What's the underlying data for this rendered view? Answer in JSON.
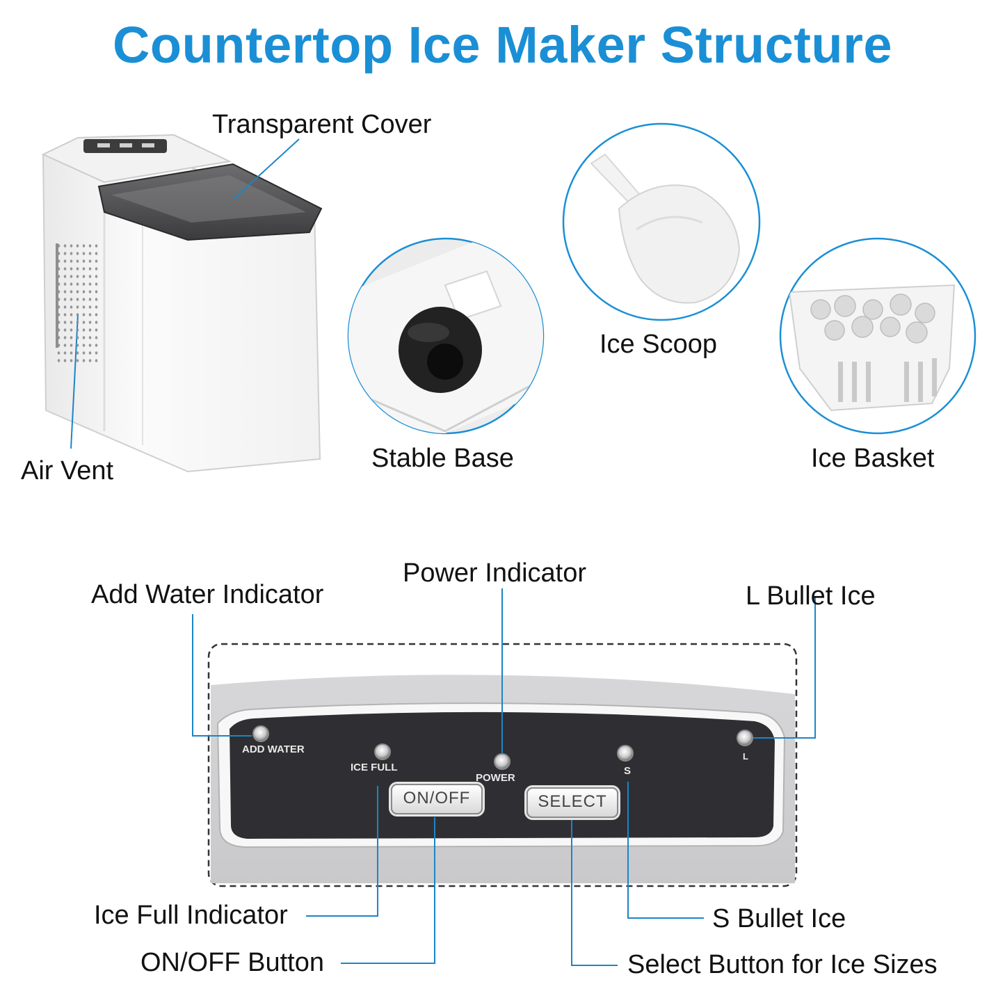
{
  "title": "Countertop Ice Maker Structure",
  "labels": {
    "transparent_cover": "Transparent Cover",
    "air_vent": "Air Vent",
    "stable_base": "Stable Base",
    "ice_scoop": "Ice Scoop",
    "ice_basket": "Ice Basket",
    "add_water_indicator": "Add Water Indicator",
    "power_indicator": "Power Indicator",
    "l_bullet_ice": "L Bullet Ice",
    "ice_full_indicator": "Ice Full Indicator",
    "on_off_button": "ON/OFF Button",
    "s_bullet_ice": "S Bullet Ice",
    "select_button": "Select Button for Ice Sizes"
  },
  "panel": {
    "add_water": "ADD WATER",
    "ice_full": "ICE FULL",
    "power": "POWER",
    "s": "S",
    "l": "L",
    "on_off": "ON/OFF",
    "select": "SELECT"
  },
  "colors": {
    "accent": "#1a8fd5",
    "leader_line": "#1b85c7",
    "panel_dark": "#2f2f33"
  }
}
